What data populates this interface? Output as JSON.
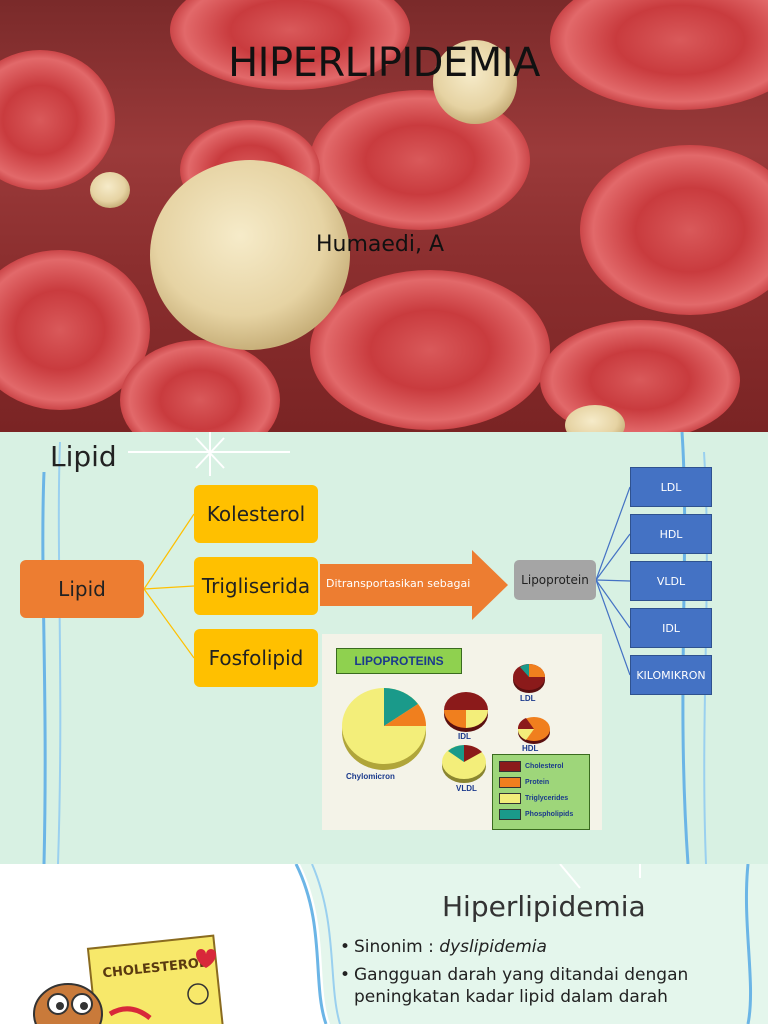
{
  "slide1": {
    "title": "HIPERLIPIDEMIA",
    "author": "Humaedi, A"
  },
  "slide2": {
    "title": "Lipid",
    "root": "Lipid",
    "types": [
      "Kolesterol",
      "Trigliserida",
      "Fosfolipid"
    ],
    "arrow_label": "Ditransportasikan sebagai",
    "lipoprotein": "Lipoprotein",
    "classes": [
      "LDL",
      "HDL",
      "VLDL",
      "IDL",
      "KILOMIKRON"
    ],
    "figure": {
      "heading": "LIPOPROTEINS",
      "labels": [
        "LDL",
        "IDL",
        "HDL",
        "Chylomicron",
        "VLDL"
      ],
      "legend": [
        {
          "label": "Cholesterol",
          "color": "#8b1a1a"
        },
        {
          "label": "Protein",
          "color": "#f07f1e"
        },
        {
          "label": "Triglycerides",
          "color": "#f3ee7a"
        },
        {
          "label": "Phospholipids",
          "color": "#1a9a8a"
        }
      ]
    }
  },
  "slide3": {
    "title": "Hiperlipidemia",
    "bullet1_prefix": "Sinonim : ",
    "bullet1_value": "dyslipidemia",
    "bullet2": "Gangguan darah yang ditandai dengan peningkatan kadar lipid dalam darah",
    "cartoon_text": "CHOLESTEROL"
  }
}
